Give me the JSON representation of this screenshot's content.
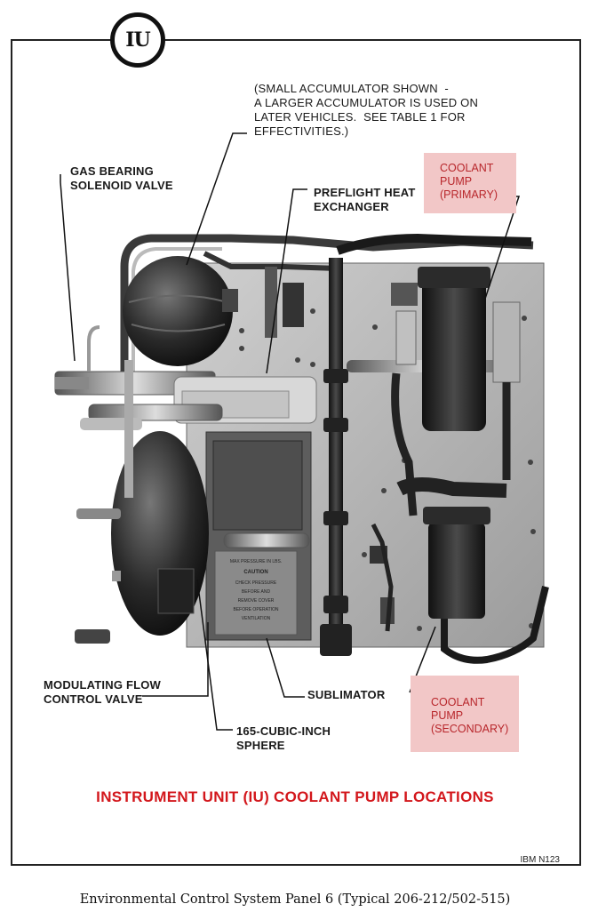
{
  "logo": {
    "text": "IU"
  },
  "notes": {
    "accumulator": "(SMALL ACCUMULATOR SHOWN  -\nA LARGER ACCUMULATOR IS USED ON\nLATER VEHICLES.  SEE TABLE 1 FOR\nEFFECTIVITIES.)"
  },
  "labels": {
    "gas_bearing": "GAS BEARING\nSOLENOID VALVE",
    "preflight": "PREFLIGHT HEAT\nEXCHANGER",
    "coolant_primary": "COOLANT\nPUMP\n(PRIMARY)",
    "modulating": "MODULATING FLOW\nCONTROL VALVE",
    "sublimator": "SUBLIMATOR",
    "sphere": "165-CUBIC-INCH\nSPHERE",
    "coolant_secondary": "COOLANT\nPUMP\n(SECONDARY)"
  },
  "plate_text": "MAX PRESSURE IN LBS.\nCAUTION\nCHECK PRESSURE\nBEFORE AND\nREMOVE COVER\nBEFORE OPERATION\nVENTILATION",
  "title": "INSTRUMENT UNIT (IU) COOLANT PUMP LOCATIONS",
  "figure_id": "IBM N123",
  "caption": "Environmental Control System Panel 6 (Typical 206-212/502-515)",
  "colors": {
    "accent_red": "#d3171c",
    "highlight_pink": "#f2c7c7"
  }
}
